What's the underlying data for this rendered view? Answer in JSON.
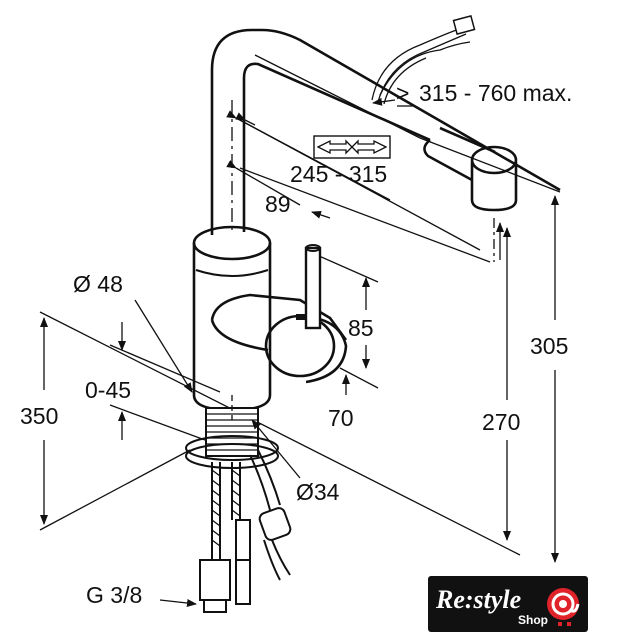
{
  "dimensions": {
    "hose_reach": "315 - 760 max.",
    "hose_reach_prefix": ">",
    "swivel_range": "245 - 315",
    "lever_offset": "89",
    "body_diameter": "Ø 48",
    "lever_height": "85",
    "total_height": "305",
    "deck_height": "350",
    "deck_thickness": "0-45",
    "spout_height": "270",
    "lever_base": "70",
    "shank_diameter": "Ø34",
    "connection": "G 3/8"
  },
  "logo": {
    "brand": "Re:style",
    "sub": "Shop",
    "colors": {
      "background": "#111111",
      "accent": "#e0232b",
      "text": "#ffffff"
    }
  }
}
